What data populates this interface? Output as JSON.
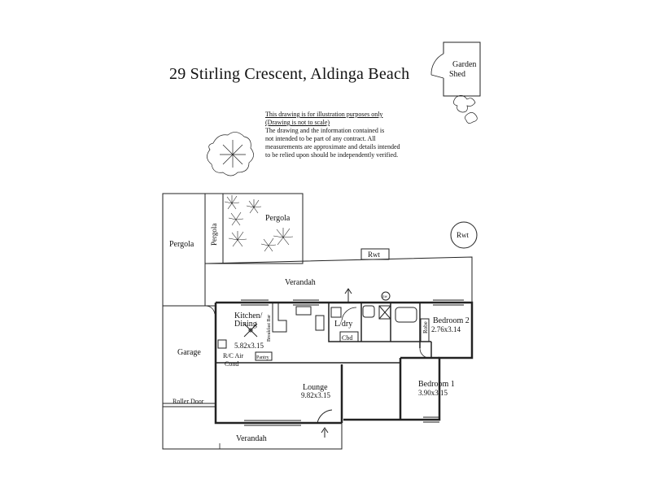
{
  "title": "29 Stirling Crescent,  Aldinga Beach",
  "disclaimer": {
    "line1": "This drawing is for illustration purposes only",
    "line2": "(Drawing is not to scale)",
    "line3": "The drawing and the information contained is",
    "line4": "not intended to be part of any contract.  All",
    "line5": "measurements are approximate and details intended",
    "line6": "to be relied upon should be independently verified."
  },
  "labels": {
    "garden_shed_1": "Garden",
    "garden_shed_2": "Shed",
    "rwt_tank": "Rwt",
    "rwt_box": "Rwt",
    "pergola_left": "Pergola",
    "pergola_vertical": "Pergola",
    "pergola_right": "Pergola",
    "verandah_top": "Verandah",
    "verandah_bottom": "Verandah",
    "kitchen_1": "Kitchen/",
    "kitchen_2": "Dining",
    "kitchen_dims": "5.82x3.15",
    "breakfast_bar": "Breakfast Bar",
    "garage": "Garage",
    "rc_air_1": "R/C Air",
    "rc_air_2": "Cond",
    "pantry": "Pantry",
    "laundry": "L/dry",
    "cbd": "Cbd",
    "hw": "hw",
    "bedroom2": "Bedroom 2",
    "bedroom2_dims": "2.76x3.14",
    "robe": "Robe",
    "lounge": "Lounge",
    "lounge_dims": "9.82x3.15",
    "bedroom1": "Bedroom 1",
    "bedroom1_dims": "3.90x3.15",
    "roller_door": "Roller Door"
  }
}
